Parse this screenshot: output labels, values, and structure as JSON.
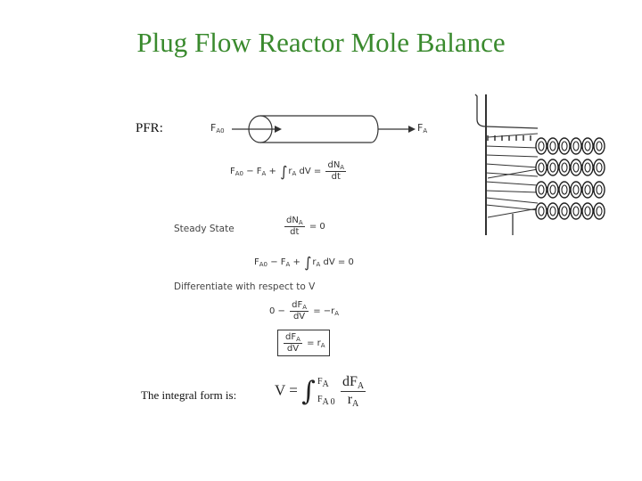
{
  "slide": {
    "title": "Plug Flow Reactor Mole Balance",
    "pfr_label": "PFR:",
    "reactor": {
      "inlet": "F",
      "inlet_sub": "A0",
      "outlet": "F",
      "outlet_sub": "A"
    },
    "equations": {
      "general": {
        "lhs": "F",
        "lhs_sub": "A0",
        "mid": "− F",
        "mid_sub": "A",
        "plus": "+",
        "r": "r",
        "r_sub": "A",
        "dv": "dV =",
        "num": "dN",
        "num_sub": "A",
        "den": "dt"
      },
      "steady_state_label": "Steady State",
      "steady": {
        "num": "dN",
        "num_sub": "A",
        "den": "dt",
        "rhs": "= 0"
      },
      "steady_balance": {
        "lhs": "F",
        "lhs_sub": "A0",
        "mid": "− F",
        "mid_sub": "A",
        "plus": "+",
        "r": "r",
        "r_sub": "A",
        "dv": "dV = 0"
      },
      "differentiate_label": "Differentiate with respect to V",
      "diff": {
        "zero": "0 −",
        "num": "dF",
        "num_sub": "A",
        "den": "dV",
        "rhs": "= −r",
        "rhs_sub": "A"
      },
      "boxed": {
        "num": "dF",
        "num_sub": "A",
        "den": "dV",
        "rhs": "= r",
        "rhs_sub": "A"
      }
    },
    "integral_label": "The integral form is:",
    "integral": {
      "v": "V =",
      "upper": "F",
      "upper_sub": "A",
      "lower": "F",
      "lower_sub": "A 0",
      "num": "dF",
      "num_sub": "A",
      "den": "r",
      "den_sub": "A"
    }
  }
}
